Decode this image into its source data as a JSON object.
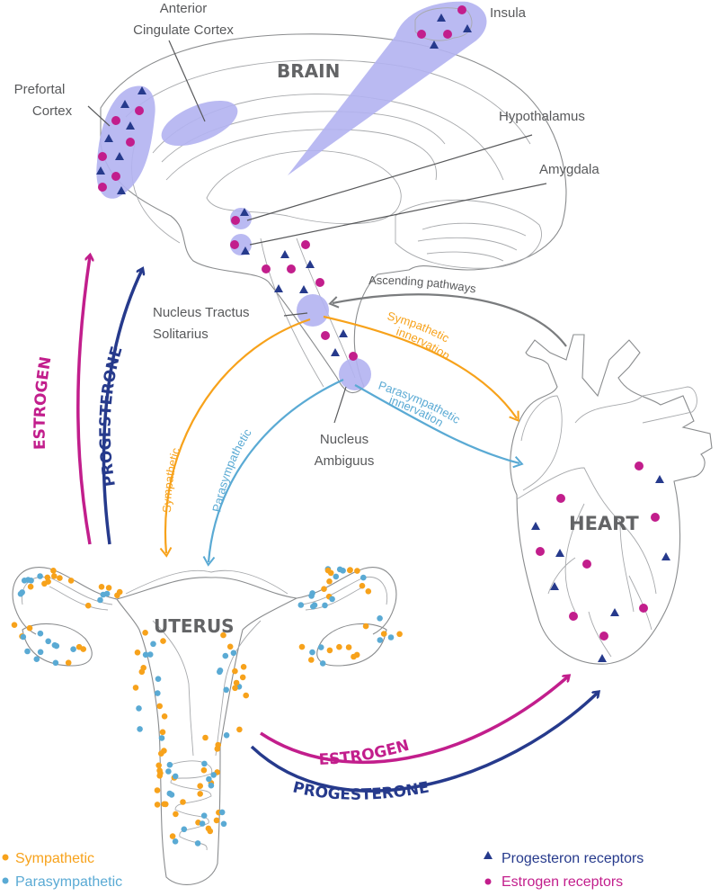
{
  "colors": {
    "estrogen": "#c21e8c",
    "progesterone": "#263a8c",
    "sympathetic": "#f7a21b",
    "parasympathetic": "#5aaad4",
    "ascending": "#7a7c7e",
    "region_fill": "#b3b3f1",
    "label_text": "#58595b",
    "organ_title": "#636466"
  },
  "organs": {
    "brain": "BRAIN",
    "heart": "HEART",
    "uterus": "UTERUS"
  },
  "brain_regions": {
    "anterior_cingulate": [
      "Anterior",
      "Cingulate Cortex"
    ],
    "prefrontal": [
      "Prefortal",
      "Cortex"
    ],
    "insula": "Insula",
    "hypothalamus": "Hypothalamus",
    "amygdala": "Amygdala",
    "nts": [
      "Nucleus Tractus",
      "Solitarius"
    ],
    "ambiguus": [
      "Nucleus",
      "Ambiguus"
    ]
  },
  "pathways": {
    "ascending": "Ascending pathways",
    "sympathetic_innervation": [
      "Sympathetic",
      "innervation"
    ],
    "parasympathetic_innervation": [
      "Parasympathetic",
      "innervation"
    ],
    "sympathetic": "Sympathetic",
    "parasympathetic": "Parasympathetic"
  },
  "hormones": {
    "estrogen": "ESTROGEN",
    "progesterone": "PROGESTERONE"
  },
  "legend": {
    "left": [
      {
        "label": "Sympathetic",
        "marker": "dot",
        "color_key": "sympathetic"
      },
      {
        "label": "Parasympathetic",
        "marker": "dot",
        "color_key": "parasympathetic"
      }
    ],
    "right": [
      {
        "label": "Progesteron receptors",
        "marker": "triangle",
        "color_key": "progesterone"
      },
      {
        "label": "Estrogen receptors",
        "marker": "dot",
        "color_key": "estrogen"
      }
    ]
  }
}
